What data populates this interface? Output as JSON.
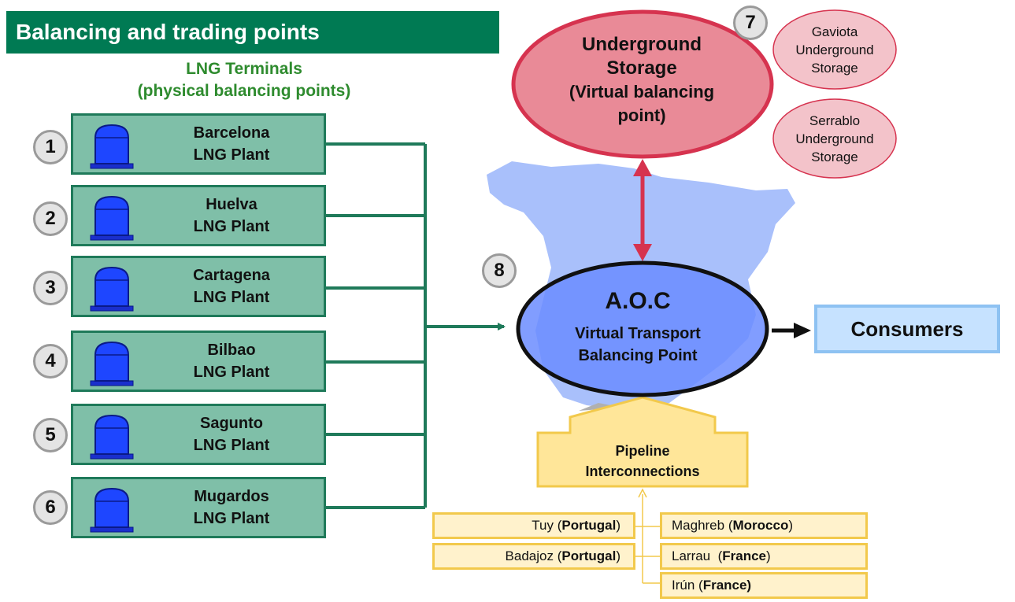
{
  "header": {
    "title": "Balancing and trading points"
  },
  "lng": {
    "heading_line1": "LNG Terminals",
    "heading_line2": "(physical balancing points)",
    "plants": [
      {
        "number": "1",
        "name": "Barcelona",
        "type": "LNG Plant"
      },
      {
        "number": "2",
        "name": "Huelva",
        "type": "LNG Plant"
      },
      {
        "number": "3",
        "name": "Cartagena",
        "type": "LNG Plant"
      },
      {
        "number": "4",
        "name": "Bilbao",
        "type": "LNG Plant"
      },
      {
        "number": "5",
        "name": "Sagunto",
        "type": "LNG Plant"
      },
      {
        "number": "6",
        "name": "Mugardos",
        "type": "LNG Plant"
      }
    ]
  },
  "storage": {
    "number": "7",
    "line1": "Underground",
    "line2": "Storage",
    "line3": "(Virtual balancing",
    "line4": "point)",
    "gaviota": [
      "Gaviota",
      "Underground",
      "Storage"
    ],
    "serrablo": [
      "Serrablo",
      "Underground",
      "Storage"
    ]
  },
  "aoc": {
    "number": "8",
    "title": "A.O.C",
    "line1": "Virtual Transport",
    "line2": "Balancing Point"
  },
  "consumers": {
    "label": "Consumers"
  },
  "pipeline": {
    "line1": "Pipeline",
    "line2": "Interconnections",
    "left": [
      {
        "place": "Tuy (",
        "country": "Portugal",
        "close": ")"
      },
      {
        "place": "Badajoz (",
        "country": "Portugal",
        "close": ")"
      }
    ],
    "right": [
      {
        "place": "Maghreb (",
        "country": "Morocco",
        "close": ")"
      },
      {
        "place": "Larrau  (",
        "country": "France",
        "close": ")"
      },
      {
        "place": "Irún (",
        "country": "France)",
        "close": ""
      }
    ]
  },
  "colors": {
    "header_green": "#007a53",
    "plant_fill": "#7fbfa8",
    "connector_green": "#1f7a5a",
    "storage_red": "#d6334f",
    "aoc_blue": "#6b8cff",
    "map_blue": "#a9c0fb",
    "pipeline_yellow": "#f2c94c"
  }
}
